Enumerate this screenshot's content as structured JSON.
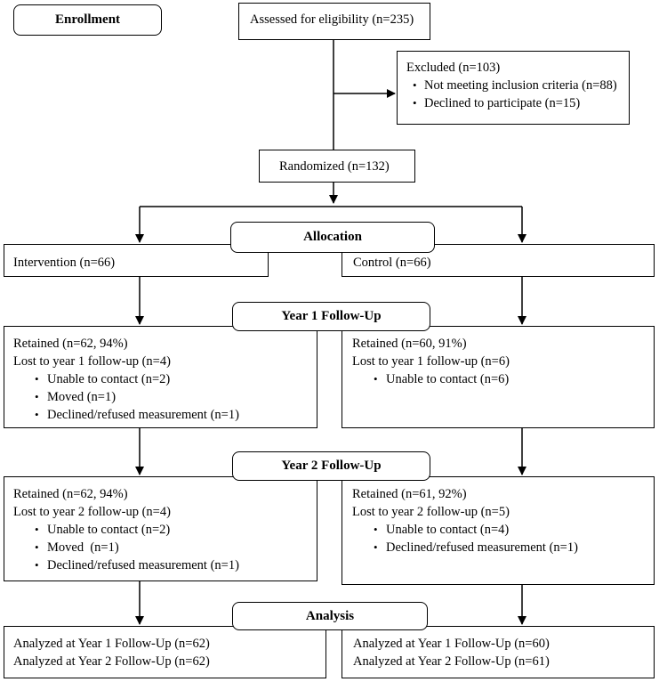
{
  "enrollment": {
    "label": "Enrollment",
    "assessed": "Assessed for eligibility (n=235)",
    "excluded": {
      "title": "Excluded (n=103)",
      "items": [
        "Not meeting inclusion criteria (n=88)",
        "Declined to participate (n=15)"
      ]
    },
    "randomized": "Randomized (n=132)"
  },
  "allocation": {
    "label": "Allocation",
    "intervention": "Intervention (n=66)",
    "control": "Control (n=66)"
  },
  "year1": {
    "label": "Year 1 Follow-Up",
    "intervention": {
      "retained": "Retained (n=62, 94%)",
      "lost": "Lost to year 1 follow-up (n=4)",
      "reasons": [
        "Unable to contact (n=2)",
        "Moved (n=1)",
        "Declined/refused measurement (n=1)"
      ]
    },
    "control": {
      "retained": "Retained (n=60, 91%)",
      "lost": "Lost to year 1 follow-up (n=6)",
      "reasons": [
        "Unable to contact (n=6)"
      ]
    }
  },
  "year2": {
    "label": "Year 2 Follow-Up",
    "intervention": {
      "retained": "Retained (n=62, 94%)",
      "lost": "Lost to year 2 follow-up (n=4)",
      "reasons": [
        "Unable to contact (n=2)",
        "Moved  (n=1)",
        "Declined/refused measurement (n=1)"
      ]
    },
    "control": {
      "retained": "Retained (n=61, 92%)",
      "lost": "Lost to year 2 follow-up (n=5)",
      "reasons": [
        "Unable to contact (n=4)",
        "Declined/refused measurement (n=1)"
      ]
    }
  },
  "analysis": {
    "label": "Analysis",
    "intervention": [
      "Analyzed at Year 1 Follow-Up (n=62)",
      "Analyzed at Year 2 Follow-Up (n=62)"
    ],
    "control": [
      "Analyzed at Year 1 Follow-Up (n=60)",
      "Analyzed at Year 2 Follow-Up (n=61)"
    ]
  }
}
